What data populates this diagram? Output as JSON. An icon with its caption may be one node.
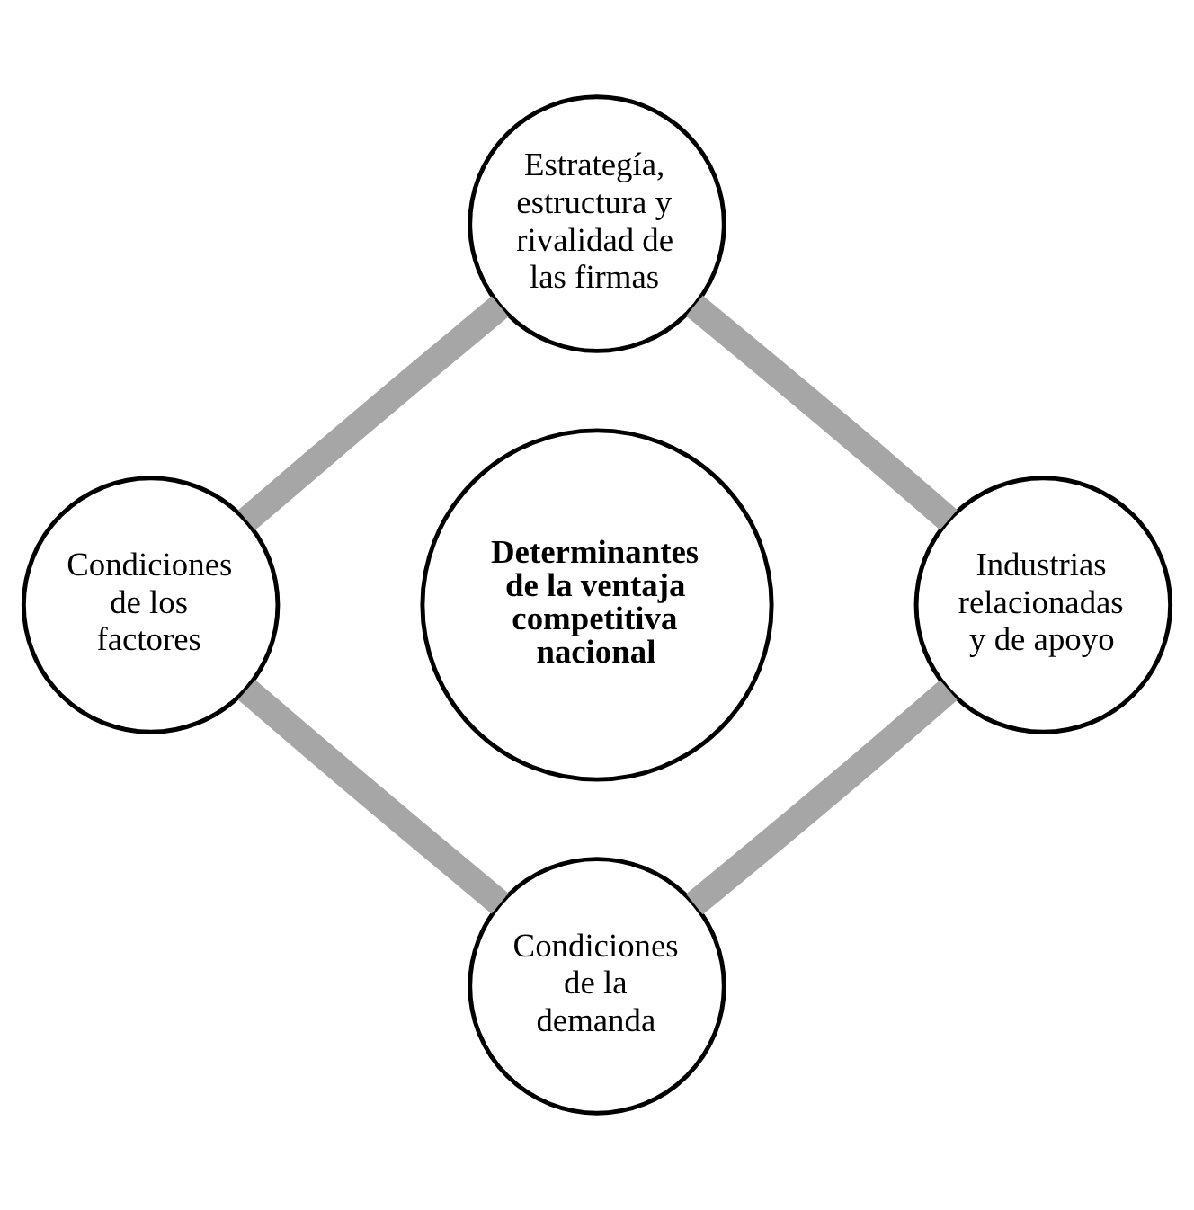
{
  "diagram": {
    "nodes": [
      {
        "text": [
          "Determinantes de la ventaja competitiva nacional"
        ]
      },
      {
        "text": [
          "Estrategía, estructura y rivalidad de las firmas"
        ]
      },
      {
        "text": [
          "Industrias relacionadas y de apoyo"
        ]
      },
      {
        "text": [
          "Condiciones de la demanda"
        ]
      },
      {
        "text": [
          "Condiciones de los factores"
        ]
      }
    ],
    "edges": [
      {
        "from": 1,
        "to": 2,
        "arrow": "none"
      },
      {
        "from": 2,
        "to": 3,
        "arrow": "none"
      },
      {
        "from": 3,
        "to": 4,
        "arrow": "none"
      },
      {
        "from": 4,
        "to": 1,
        "arrow": "none"
      }
    ]
  }
}
